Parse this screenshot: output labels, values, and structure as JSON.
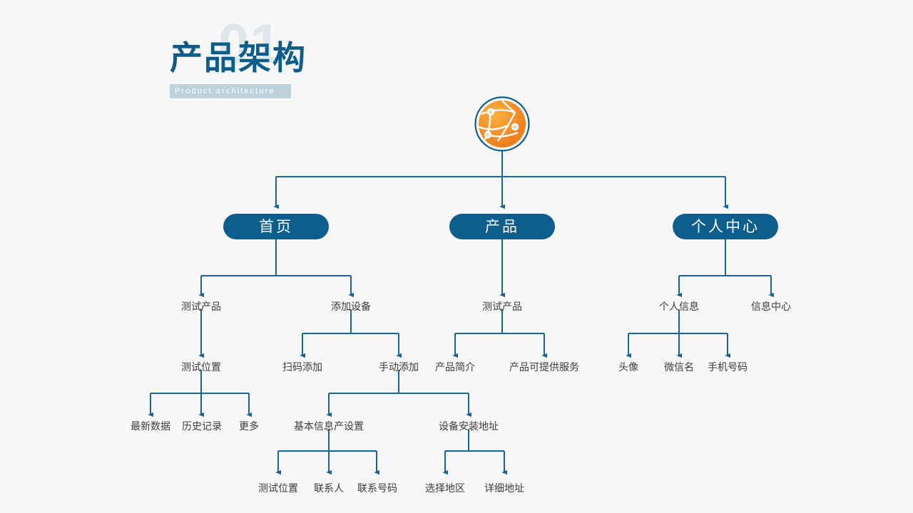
{
  "page": {
    "background_color": "#f7f7f7",
    "accent_blue": "#0e5c8a",
    "line_blue": "#1a6395",
    "pill_fill": "#0d5d8d",
    "ghost_color": "#dfe6ea",
    "subbar_color": "#bdd2dd",
    "text_color": "#3c3c3c",
    "logo_orange": "#f28b1e"
  },
  "title": {
    "ghost_number": "01",
    "heading": "产品架构",
    "subheading": "Product architecture"
  },
  "logo": {
    "icon_name": "network-globe-icon",
    "ring_color": "#0e5c8a",
    "sphere_color": "#f5902a",
    "node_color": "#ffffff"
  },
  "tree": {
    "root_label": "",
    "level1": [
      {
        "id": "home",
        "label": "首页"
      },
      {
        "id": "product",
        "label": "产品"
      },
      {
        "id": "personal-center",
        "label": "个人中心"
      }
    ],
    "level2": [
      {
        "id": "home-test-product",
        "parent": "home",
        "label": "测试产品"
      },
      {
        "id": "home-add-device",
        "parent": "home",
        "label": "添加设备"
      },
      {
        "id": "product-test-product",
        "parent": "product",
        "label": "测试产品"
      },
      {
        "id": "pc-personal-info",
        "parent": "personal-center",
        "label": "个人信息"
      },
      {
        "id": "pc-info-center",
        "parent": "personal-center",
        "label": "信息中心"
      }
    ],
    "level3": [
      {
        "id": "test-position",
        "parent": "home-test-product",
        "label": "测试位置"
      },
      {
        "id": "scan-add",
        "parent": "home-add-device",
        "label": "扫码添加"
      },
      {
        "id": "manual-add",
        "parent": "home-add-device",
        "label": "手动添加"
      },
      {
        "id": "product-intro",
        "parent": "product-test-product",
        "label": "产品简介"
      },
      {
        "id": "product-services",
        "parent": "product-test-product",
        "label": "产品可提供服务"
      },
      {
        "id": "avatar",
        "parent": "pc-personal-info",
        "label": "头像"
      },
      {
        "id": "wechat-name",
        "parent": "pc-personal-info",
        "label": "微信名"
      },
      {
        "id": "phone-number",
        "parent": "pc-personal-info",
        "label": "手机号码"
      }
    ],
    "level4": [
      {
        "id": "latest-data",
        "parent": "test-position",
        "label": "最新数据"
      },
      {
        "id": "history-record",
        "parent": "test-position",
        "label": "历史记录"
      },
      {
        "id": "more",
        "parent": "test-position",
        "label": "更多"
      },
      {
        "id": "basic-info-settings",
        "parent": "manual-add",
        "label": "基本信息产设置"
      },
      {
        "id": "device-install-address",
        "parent": "manual-add",
        "label": "设备安装地址"
      }
    ],
    "level5": [
      {
        "id": "test-position-2",
        "parent": "basic-info-settings",
        "label": "测试位置"
      },
      {
        "id": "contact-person",
        "parent": "basic-info-settings",
        "label": "联系人"
      },
      {
        "id": "contact-number",
        "parent": "basic-info-settings",
        "label": "联系号码"
      },
      {
        "id": "select-region",
        "parent": "device-install-address",
        "label": "选择地区"
      },
      {
        "id": "detail-address",
        "parent": "device-install-address",
        "label": "详细地址"
      }
    ]
  }
}
